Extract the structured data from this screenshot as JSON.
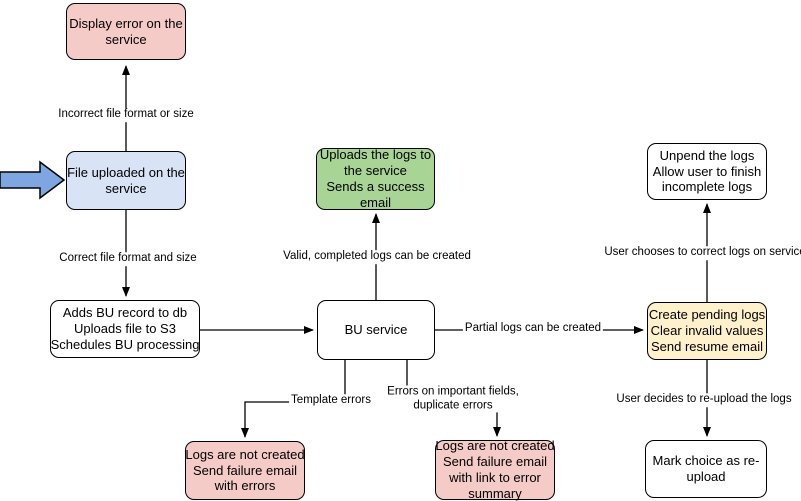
{
  "nodes": {
    "display_error": {
      "text": "Display error on the\nservice",
      "color": "#f5cbc8"
    },
    "file_uploaded": {
      "text": "File uploaded on the\nservice",
      "color": "#d8e3f5"
    },
    "adds_bu": {
      "text": "Adds BU record to db\nUploads file to S3\nSchedules BU processing",
      "color": "#ffffff"
    },
    "uploads_logs": {
      "text": "Uploads the logs to\nthe service\nSends a success\nemail",
      "color": "#a8d496"
    },
    "bu_service": {
      "text": "BU service",
      "color": "#ffffff"
    },
    "create_pending": {
      "text": "Create pending logs\nClear invalid values\nSend resume email",
      "color": "#fff1cb"
    },
    "unpend": {
      "text": "Unpend the logs\nAllow user to finish\nincomplete logs",
      "color": "#ffffff"
    },
    "mark_choice": {
      "text": "Mark choice as re-\nupload",
      "color": "#ffffff"
    },
    "logs_failure_errors": {
      "text": "Logs are not created\nSend failure email\nwith errors",
      "color": "#f5cbc8"
    },
    "logs_failure_summary": {
      "text": "Logs are not created\nSend failure email\nwith link to error\nsummary",
      "color": "#f5cbc8"
    }
  },
  "edge_labels": {
    "incorrect_format": "Incorrect file format or size",
    "correct_format": "Correct file format and size",
    "valid_logs": "Valid, completed logs can be created",
    "partial_logs": "Partial logs can be created",
    "template_errors": "Template errors",
    "field_errors": "Errors on important fields,\nduplicate errors",
    "user_corrects": "User chooses to correct logs on service",
    "user_decides": "User decides to re-upload the logs"
  },
  "colors": {
    "stroke": "#000000",
    "error_fill": "#f5cbc8",
    "input_fill": "#d8e3f5",
    "success_fill": "#a8d496",
    "pending_fill": "#fff1cb",
    "neutral_fill": "#ffffff",
    "entry_arrow_fill": "#7ea6e0"
  }
}
